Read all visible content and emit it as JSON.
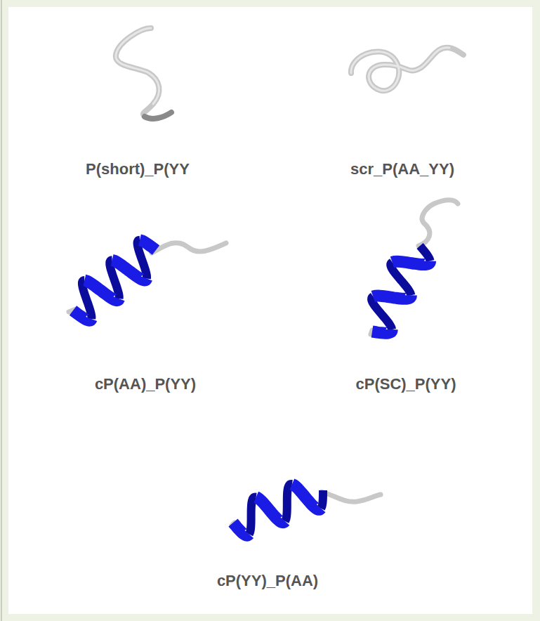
{
  "diagram": {
    "labels": [
      "P(short)_P(YY",
      "scr_P(AA_YY)",
      "cP(AA)_P(YY)",
      "cP(SC)_P(YY)",
      "cP(YY)_P(AA)"
    ]
  }
}
